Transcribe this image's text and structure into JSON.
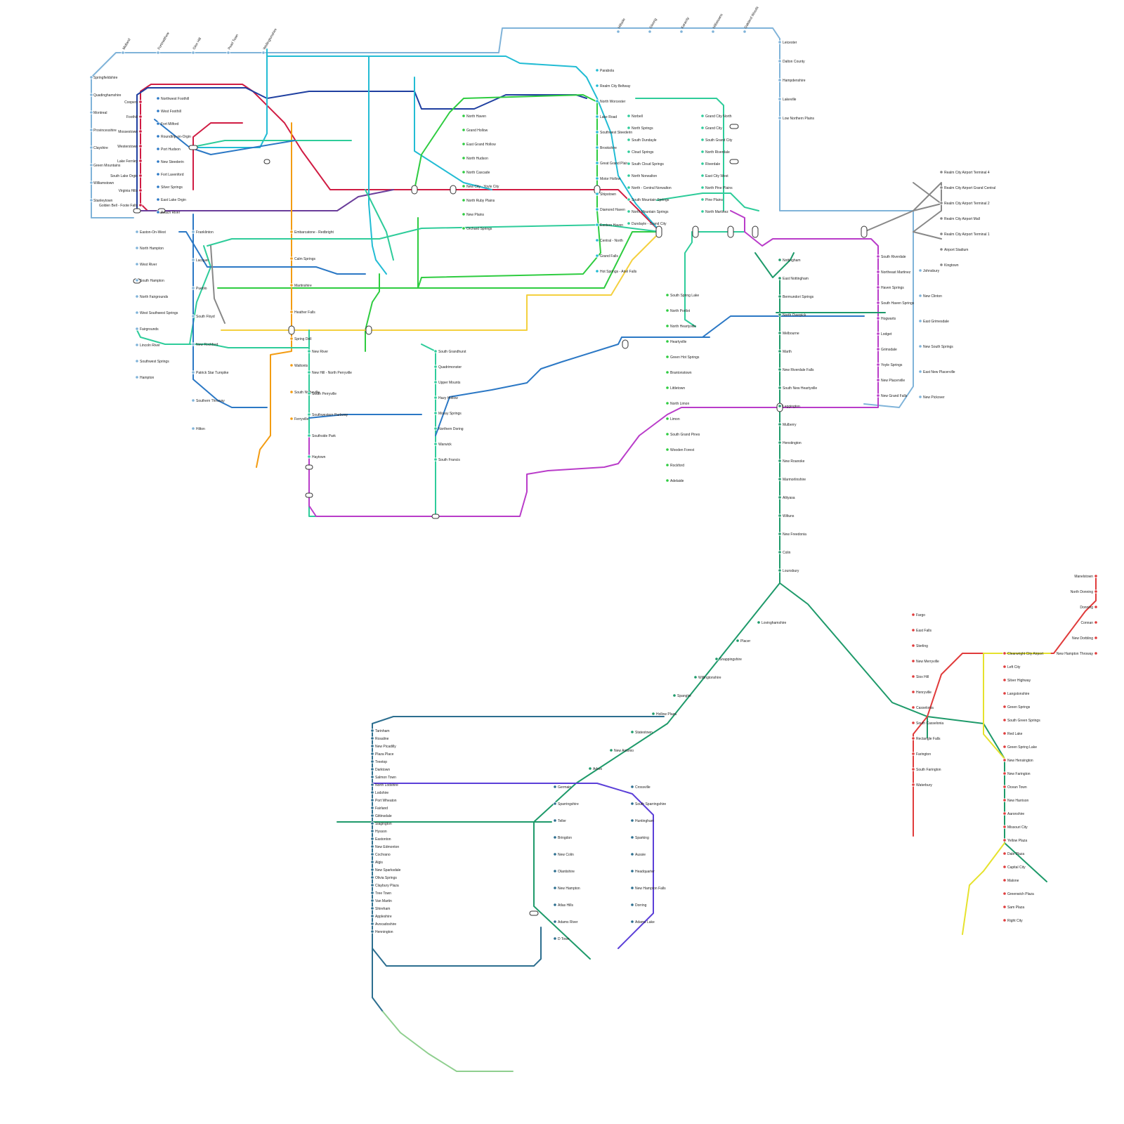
{
  "map": {
    "lines": [
      {
        "id": "outer",
        "color": "#7fb3d9"
      },
      {
        "id": "crimson",
        "color": "#d01c43"
      },
      {
        "id": "navy",
        "color": "#1f3fa0"
      },
      {
        "id": "cyan",
        "color": "#22bcd4"
      },
      {
        "id": "green",
        "color": "#2ecc40"
      },
      {
        "id": "violet",
        "color": "#6a3d9a"
      },
      {
        "id": "orange",
        "color": "#f39c12"
      },
      {
        "id": "yellow",
        "color": "#f4d03f"
      },
      {
        "id": "teal",
        "color": "#2ecc9a"
      },
      {
        "id": "blue",
        "color": "#2b78c5"
      },
      {
        "id": "magenta",
        "color": "#b93cc9"
      },
      {
        "id": "seagreen",
        "color": "#1e9a6a"
      },
      {
        "id": "indigo",
        "color": "#5b3fd8"
      },
      {
        "id": "slate",
        "color": "#2c6e8f"
      },
      {
        "id": "red",
        "color": "#e03b3b"
      },
      {
        "id": "lemon",
        "color": "#e6e22d"
      },
      {
        "id": "gray",
        "color": "#888888"
      },
      {
        "id": "sage",
        "color": "#8fcf8f"
      }
    ],
    "stations": {
      "outer_left": [
        "Springfieldshire",
        "Quadinghamshire",
        "Montreal",
        "Provincesshire",
        "Clayshire",
        "Green Mountains",
        "Williamstown",
        "Stanleytown"
      ],
      "outer_top": [
        "Midland",
        "Fortmatthew",
        "Glen Hill",
        "Pearl Town",
        "Wellingtonshire"
      ],
      "outer_top_right": [
        "Hillside",
        "Glenrig",
        "Karacity",
        "Hillistowns",
        "Oakland Woods"
      ],
      "outer_right": [
        "Leicester",
        "Dalton County",
        "Hampdenshire",
        "Lakeville",
        "Low Northern Plains"
      ],
      "outer_east": [
        "Johnsbury",
        "New Clinton",
        "East Grimesdale",
        "New South Springs",
        "East New Placerville",
        "New Pickover"
      ],
      "crimson": [
        "Coopers",
        "Foothill",
        "Mossestown",
        "Westerstown",
        "Lake Fernley",
        "South Lake Orgin",
        "Virginia Hills",
        "Golden Bell - Foote Falls"
      ],
      "west_branch": [
        "Northwest Foothill",
        "West Foothill",
        "Fort Milford",
        "Roundtrip-on-Orgin",
        "Port Hudson",
        "New Steederin",
        "Fort Lavenford",
        "Silver Springs",
        "East Lake Orgin",
        "Peach River"
      ],
      "cyan_north": [
        "Parabola",
        "Realm City Beltway",
        "North Worcester",
        "Lake Road",
        "Southwest Steederin",
        "Brookshire",
        "Great Grand Plains",
        "Motor Hollow",
        "Shipstown",
        "Diamond Haven",
        "Eastern Haven",
        "Central - North",
        "Grand Falls",
        "Hot Springs - Ariel Falls"
      ],
      "realm_center": [
        "North Haven",
        "Grand Hollow",
        "East Grand Hollow",
        "North Hudson",
        "North Cascade",
        "New City - Yoyle City",
        "North Ruby Plains",
        "New Plains",
        "Orchard Springs"
      ],
      "east_hub": [
        "Norbell",
        "North Springs",
        "South Dundayle",
        "Cloud Springs",
        "South Cloud Springs",
        "North Norwalton",
        "North - Central Norwalton",
        "South Mountain Springs",
        "North Mountain Springs",
        "Dundayle - Grand City",
        "Grand City North",
        "Grand City",
        "South Grand City",
        "North Riverdale",
        "Riverdale",
        "East City West",
        "North Pine Plains",
        "Pine Plains",
        "North Martinez"
      ],
      "southwest": [
        "Easton-On-West",
        "North Hampton",
        "West River",
        "South Hampton",
        "North Fairgrounds",
        "West Southwest Springs",
        "Fairgrounds",
        "Lincoln River",
        "Southwest Springs",
        "Hampton",
        "Franklinton",
        "Lacquer",
        "Pueblo",
        "South Floyd",
        "New Rockford",
        "Patrick Star Turnpike",
        "Southern Throway",
        "Hilton"
      ],
      "orange": [
        "Embarcatone - Redbright",
        "Calm Springs",
        "Martinshire",
        "Heather Falls",
        "Spring Dell",
        "Waltonts",
        "South Nicheville",
        "Ferryville"
      ],
      "teal_south": [
        "South Grandhurst",
        "Quadrimonster",
        "Upper Mounts",
        "Hazy Hollow",
        "Mossy Springs",
        "Northern Doring",
        "Warwick",
        "South Francis",
        "New River",
        "New Hill - North Perryville",
        "South Perryville",
        "Southwestern Parkway",
        "Southside Park",
        "Haytown"
      ],
      "green_branch": [
        "South Spring Lake",
        "North Portlot",
        "North Heartyville",
        "Heartyville",
        "Green Hot Springs",
        "Brantonstown",
        "Littletown",
        "North Limon",
        "Limon",
        "South Grand Pines",
        "Wooden Forest",
        "Rockford",
        "Adelaide"
      ],
      "magenta_east": [
        "South Riverdale",
        "Northeast Martinez",
        "Haven Springs",
        "South Haven Springs",
        "Hogwarts",
        "Lodget",
        "Grimsdale",
        "Yoyle Springs",
        "New Placerville",
        "New Grand Falls"
      ],
      "seagreen_trunk": [
        "Nottingham",
        "East Nottingham",
        "Bermundori Springs",
        "North Overpick",
        "Melbourne",
        "Marth",
        "New Riverdale Falls",
        "South New Heartyville",
        "Leggington",
        "Mulberry",
        "Henstington",
        "New Roanoke",
        "Marmorlinshire",
        "Alityasa",
        "Wiltuns",
        "New Freedonia",
        "Colin",
        "Lounsbury",
        "Lovinghamshire",
        "Placer",
        "Snappingshire",
        "Willingtonshire",
        "Spangler",
        "Hollow Plaza",
        "Statestown",
        "New Antonio",
        "Adres"
      ],
      "southeast": [
        "Fargo",
        "East Falls",
        "Sterling",
        "New Merryville",
        "Siox Hill",
        "Henryville",
        "Casselonia",
        "South Casselonia",
        "Rectangle Falls",
        "Farington",
        "South Farington",
        "Waterbury",
        "Clearwright City Airport",
        "Left City",
        "Silver Highway",
        "Langstonshire",
        "Green Springs",
        "South Green Springs",
        "Red Lake",
        "Green Spring Lake",
        "New Hensington",
        "New Farington",
        "Ocean Town",
        "New Harrison",
        "Aaronshire",
        "Missouri City",
        "Yellow Plaza",
        "Dale Plaza",
        "Capital City",
        "Malone",
        "Greenwich Plaza",
        "Sam Plaza",
        "Right City"
      ],
      "northeast_corner": [
        "Manelstown",
        "North Donning",
        "Donning",
        "Connan",
        "New Dorbling",
        "New Hampton Throway"
      ],
      "airport": [
        "Realm City Airport Terminal 4",
        "Realm City Airport Grand Central",
        "Realm City Airport Terminal 2",
        "Realm City Airport Mall",
        "Realm City Airport Terminal 1",
        "Airport Stadium",
        "Kingtown"
      ],
      "south_network": [
        "Tarinham",
        "Rosaline",
        "New Picadilly",
        "Plaza Place",
        "Treetop",
        "Darktown",
        "Salmon Town",
        "North Lodshire",
        "Lodshire",
        "Port Wheaton",
        "Fairland",
        "Gittinsdale",
        "Slagington",
        "Hysson",
        "Eastonton",
        "New Edmonton",
        "Cochrano",
        "Algis",
        "New Sparksdale",
        "Olivia Springs",
        "Claybury Plaza",
        "Tree Town",
        "Van Martin",
        "Shireham",
        "Appleshire",
        "Avocadoshire",
        "Hennington",
        "Germain",
        "Crossville",
        "Sparringshire",
        "South Sparringshire",
        "Teller",
        "Huntingham",
        "Bringdon",
        "Sparking",
        "New Colin",
        "Aussie",
        "Olantishire",
        "Headquarter",
        "New Hampton",
        "New Hampton Falls",
        "Atlas Hills",
        "Dorring",
        "Adams River",
        "Adams Lake",
        "D Town"
      ]
    }
  }
}
